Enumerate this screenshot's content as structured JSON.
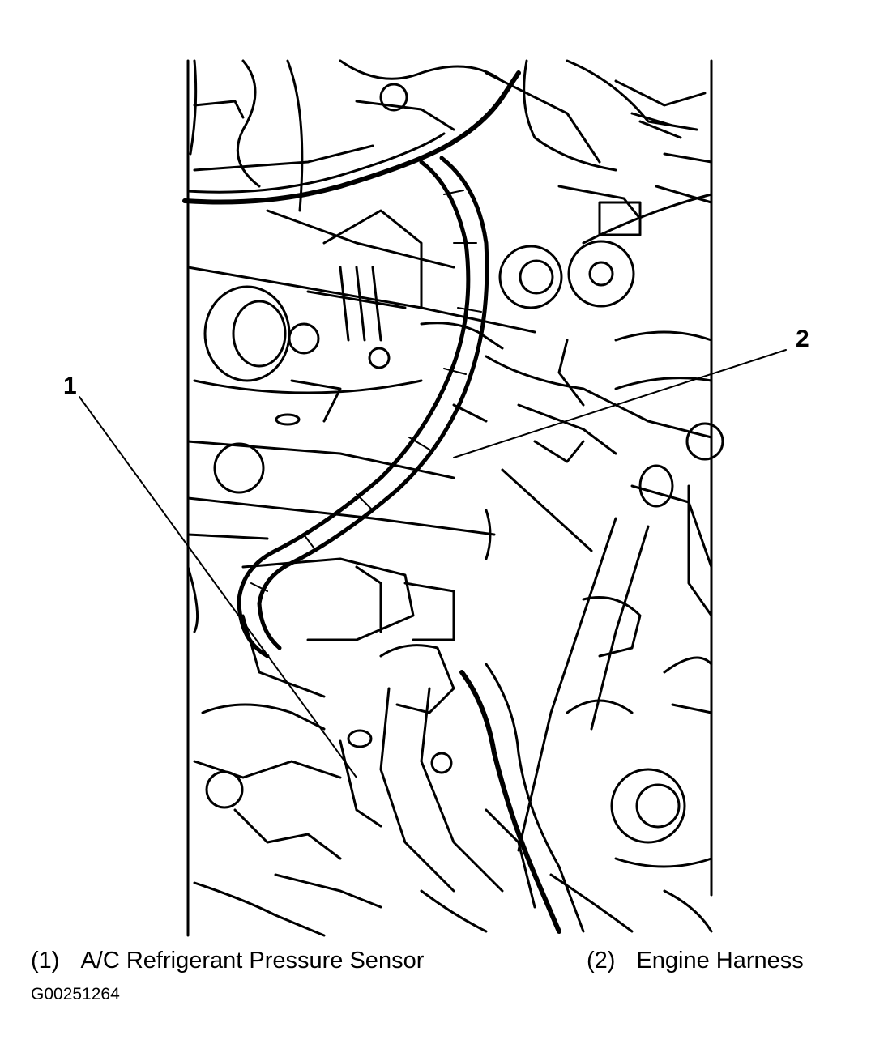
{
  "callouts": [
    {
      "number": "1",
      "caption_number": "(1)",
      "label": "A/C Refrigerant Pressure Sensor"
    },
    {
      "number": "2",
      "caption_number": "(2)",
      "label": "Engine Harness"
    }
  ],
  "figure_id": "G00251264"
}
